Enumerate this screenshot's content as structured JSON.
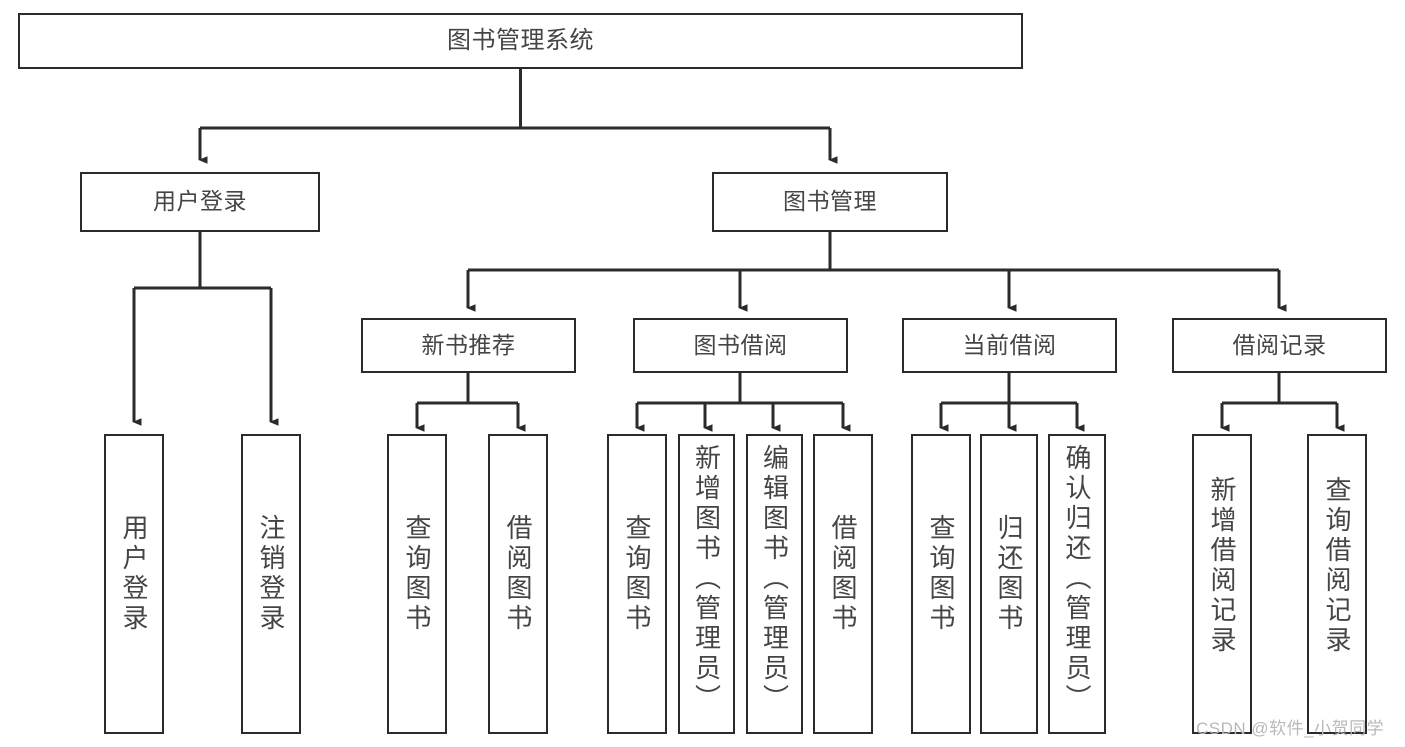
{
  "diagram": {
    "title": "图书管理系统",
    "type": "hierarchy-tree",
    "stroke_color": "#2b2b2b",
    "text_color": "#454545",
    "background_color": "#ffffff"
  },
  "nodes": {
    "root": {
      "label": "图书管理系统"
    },
    "level1": [
      {
        "id": "user-login",
        "label": "用户登录"
      },
      {
        "id": "book-management",
        "label": "图书管理"
      }
    ],
    "level2": [
      {
        "id": "new-book-recommend",
        "label": "新书推荐"
      },
      {
        "id": "book-borrow",
        "label": "图书借阅"
      },
      {
        "id": "current-borrow",
        "label": "当前借阅"
      },
      {
        "id": "borrow-record",
        "label": "借阅记录"
      }
    ],
    "leaves": {
      "user_login": [
        {
          "id": "leaf-user-login",
          "label": "用户登录"
        },
        {
          "id": "leaf-logout-login",
          "label": "注销登录"
        }
      ],
      "new_book_recommend": [
        {
          "id": "leaf-query-book-1",
          "label": "查询图书"
        },
        {
          "id": "leaf-borrow-book-1",
          "label": "借阅图书"
        }
      ],
      "book_borrow": [
        {
          "id": "leaf-query-book-2",
          "label": "查询图书"
        },
        {
          "id": "leaf-add-book",
          "label": "新增图书（管理员）"
        },
        {
          "id": "leaf-edit-book",
          "label": "编辑图书（管理员）"
        },
        {
          "id": "leaf-borrow-book-2",
          "label": "借阅图书"
        }
      ],
      "current_borrow": [
        {
          "id": "leaf-query-book-3",
          "label": "查询图书"
        },
        {
          "id": "leaf-return-book",
          "label": "归还图书"
        },
        {
          "id": "leaf-confirm-return",
          "label": "确认归还（管理员）"
        }
      ],
      "borrow_record": [
        {
          "id": "leaf-add-record",
          "label": "新增借阅记录"
        },
        {
          "id": "leaf-query-record",
          "label": "查询借阅记录"
        }
      ]
    }
  },
  "watermark": {
    "text": "CSDN @软件_小贺同学"
  }
}
